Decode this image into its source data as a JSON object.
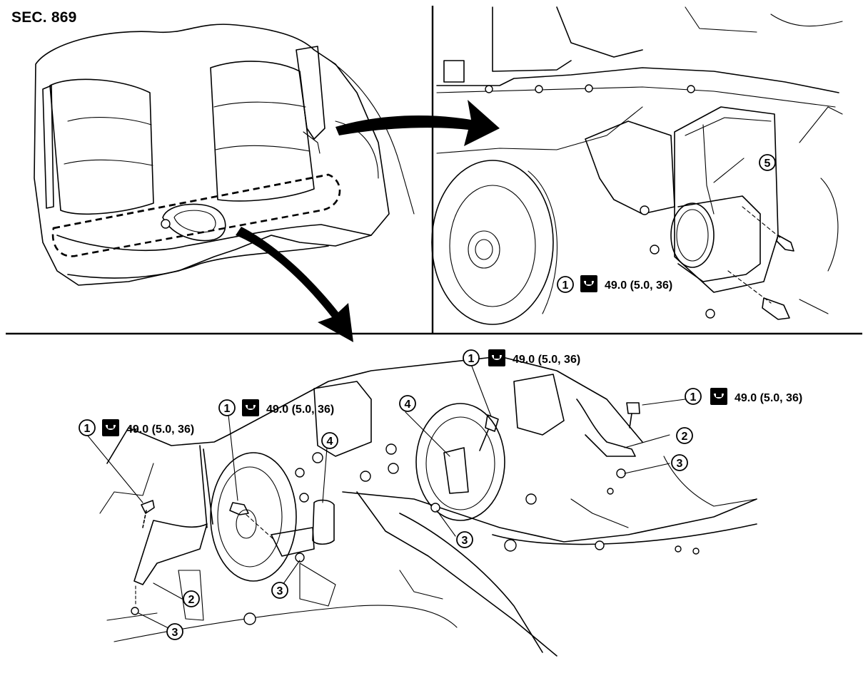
{
  "section_label": "SEC. 869",
  "torque_spec": "49.0 (5.0, 36)",
  "callouts": {
    "bolt": "1",
    "ground_harness": "2",
    "nut": "3",
    "bracket": "4",
    "audio_unit": "5"
  }
}
